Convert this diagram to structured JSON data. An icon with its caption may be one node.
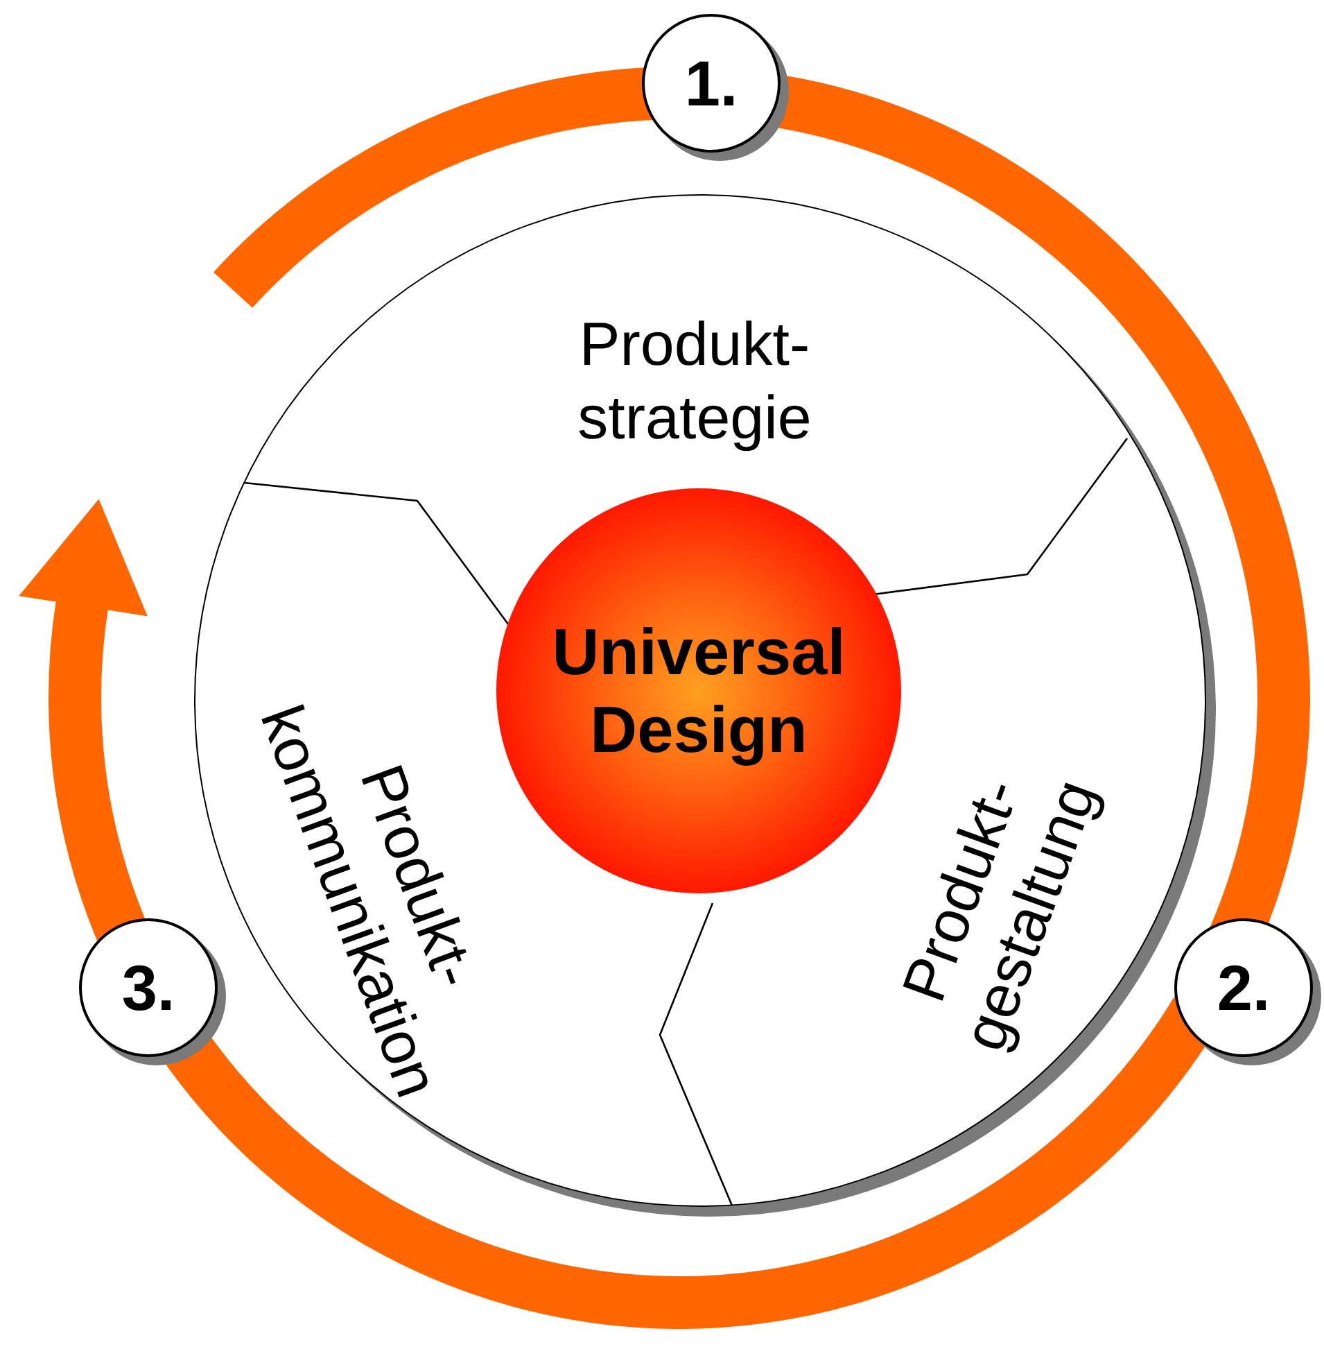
{
  "diagram": {
    "nodes": [
      {
        "text": [
          "1."
        ]
      },
      {
        "text": [],
        "shape": "circle"
      },
      {
        "text": [
          "Produkt- strategie"
        ],
        "in": 1
      },
      {
        "text": [
          "Produkt- kommunikation"
        ],
        "in": 1
      },
      {
        "text": [
          "Universal Design"
        ],
        "in": 1
      },
      {
        "text": [
          "Produkt- gestaltung"
        ],
        "in": 1
      },
      {
        "text": [
          "3."
        ]
      },
      {
        "text": [
          "2."
        ]
      }
    ]
  }
}
